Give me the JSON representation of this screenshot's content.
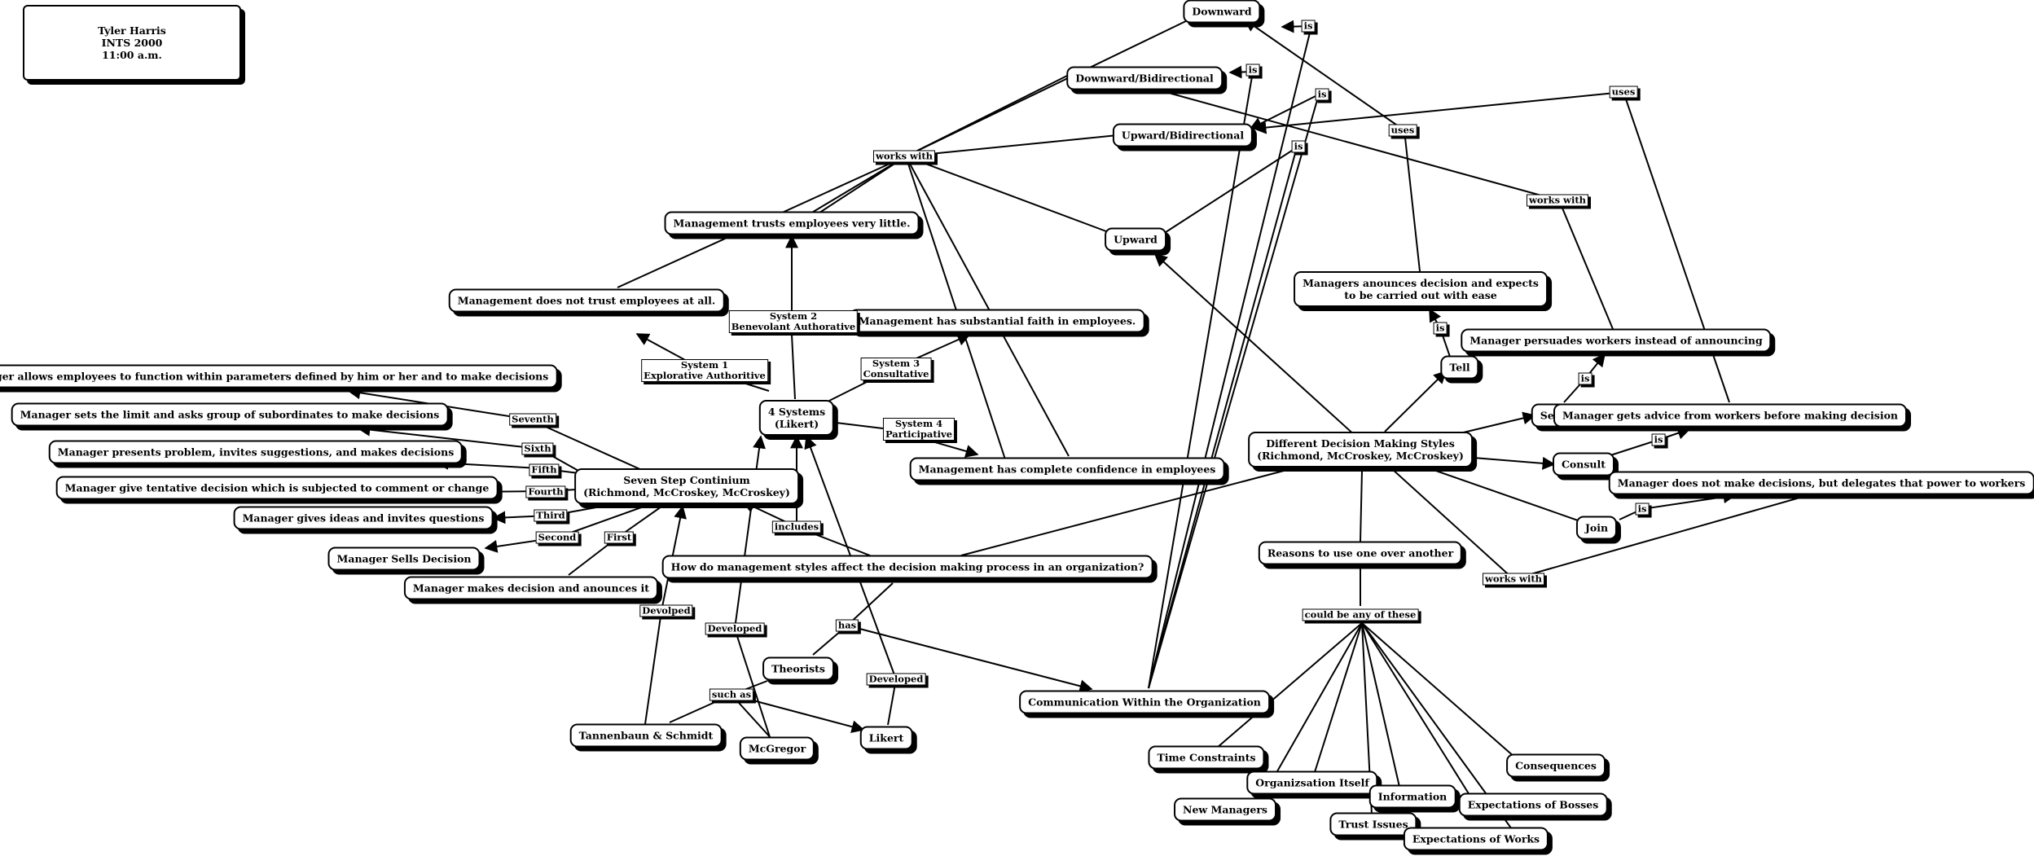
{
  "header": {
    "name": "Tyler Harris",
    "course": "INTS 2000",
    "time": "11:00 a.m."
  },
  "nodes": [
    {
      "id": "downward",
      "text": "Downward"
    },
    {
      "id": "downbi",
      "text": "Downward/Bidirectional"
    },
    {
      "id": "upbi",
      "text": "Upward/Bidirectional"
    },
    {
      "id": "upward",
      "text": "Upward"
    },
    {
      "id": "trustlittle",
      "text": "Management trusts employees very little."
    },
    {
      "id": "notrust",
      "text": "Management does not trust employees at all."
    },
    {
      "id": "substantial",
      "text": "Management has substantial faith in employees."
    },
    {
      "id": "complete",
      "text": "Management has complete confidence in employees"
    },
    {
      "id": "allows",
      "text": "Manager allows employees to function within parameters defined by him or her and to make decisions"
    },
    {
      "id": "setslimit",
      "text": "Manager sets the limit and asks group of subordinates to make decisions"
    },
    {
      "id": "presents",
      "text": "Manager presents problem, invites suggestions, and makes decisions"
    },
    {
      "id": "tentative",
      "text": "Manager give tentative decision which is subjected to comment or change"
    },
    {
      "id": "gives",
      "text": "Manager gives ideas and invites questions"
    },
    {
      "id": "sells",
      "text": "Manager Sells Decision"
    },
    {
      "id": "announces",
      "text": "Manager makes decision and anounces it"
    },
    {
      "id": "sevenstep",
      "text": "Seven Step Continium\n(Richmond, McCroskey, McCroskey)"
    },
    {
      "id": "foursys",
      "text": "4 Systems\n(Likert)"
    },
    {
      "id": "question",
      "text": "How do management styles affect the decision making process in an organization?"
    },
    {
      "id": "theorists",
      "text": "Theorists"
    },
    {
      "id": "tannen",
      "text": "Tannenbaun & Schmidt"
    },
    {
      "id": "mcgregor",
      "text": "McGregor"
    },
    {
      "id": "likert",
      "text": "Likert"
    },
    {
      "id": "comm",
      "text": "Communication Within the Organization"
    },
    {
      "id": "dmstyles",
      "text": "Different Decision Making Styles\n(Richmond, McCroskey, McCroskey)"
    },
    {
      "id": "tell",
      "text": "Tell"
    },
    {
      "id": "announcesexp",
      "text": "Managers anounces decision and expects\nto be carried out with ease"
    },
    {
      "id": "persuades",
      "text": "Manager persuades workers instead of announcing"
    },
    {
      "id": "sell",
      "text": "Sell"
    },
    {
      "id": "advice",
      "text": "Manager gets advice from workers before making decision"
    },
    {
      "id": "consult",
      "text": "Consult"
    },
    {
      "id": "delegates",
      "text": "Manager does not make decisions, but delegates that power to workers"
    },
    {
      "id": "join",
      "text": "Join"
    },
    {
      "id": "reasons",
      "text": "Reasons to use one over another"
    },
    {
      "id": "timecon",
      "text": "Time Constraints"
    },
    {
      "id": "orgitself",
      "text": "Organizsation Itself"
    },
    {
      "id": "information",
      "text": "Information"
    },
    {
      "id": "consequences",
      "text": "Consequences"
    },
    {
      "id": "newmgr",
      "text": "New Managers"
    },
    {
      "id": "trustissues",
      "text": "Trust Issues"
    },
    {
      "id": "bosses",
      "text": "Expectations of Bosses"
    },
    {
      "id": "works",
      "text": "Expectations of Works"
    }
  ],
  "linkLabels": [
    {
      "id": "is1",
      "text": "is"
    },
    {
      "id": "is2",
      "text": "is"
    },
    {
      "id": "is3",
      "text": "is"
    },
    {
      "id": "is4",
      "text": "is"
    },
    {
      "id": "uses1",
      "text": "uses"
    },
    {
      "id": "uses2",
      "text": "uses"
    },
    {
      "id": "workswith1",
      "text": "works with"
    },
    {
      "id": "workswith2",
      "text": "works with"
    },
    {
      "id": "workswith3",
      "text": "works with"
    },
    {
      "id": "sys1",
      "text": "System 1\nExplorative Authoritive"
    },
    {
      "id": "sys2",
      "text": "System 2\nBenevolant Authorative"
    },
    {
      "id": "sys3",
      "text": "System 3\nConsultative"
    },
    {
      "id": "sys4",
      "text": "System 4\nParticipative"
    },
    {
      "id": "seventh",
      "text": "Seventh"
    },
    {
      "id": "sixth",
      "text": "Sixth"
    },
    {
      "id": "fifth",
      "text": "Fifth"
    },
    {
      "id": "fourth",
      "text": "Fourth"
    },
    {
      "id": "third",
      "text": "Third"
    },
    {
      "id": "second",
      "text": "Second"
    },
    {
      "id": "first",
      "text": "First"
    },
    {
      "id": "includes",
      "text": "includes"
    },
    {
      "id": "has",
      "text": "has"
    },
    {
      "id": "suchas",
      "text": "such as"
    },
    {
      "id": "devolped",
      "text": "Devolped"
    },
    {
      "id": "developed1",
      "text": "Developed"
    },
    {
      "id": "developed2",
      "text": "Developed"
    },
    {
      "id": "istell",
      "text": "is"
    },
    {
      "id": "issell",
      "text": "is"
    },
    {
      "id": "isconsult",
      "text": "is"
    },
    {
      "id": "isjoin",
      "text": "is"
    },
    {
      "id": "couldbe",
      "text": "could be any of these"
    }
  ]
}
